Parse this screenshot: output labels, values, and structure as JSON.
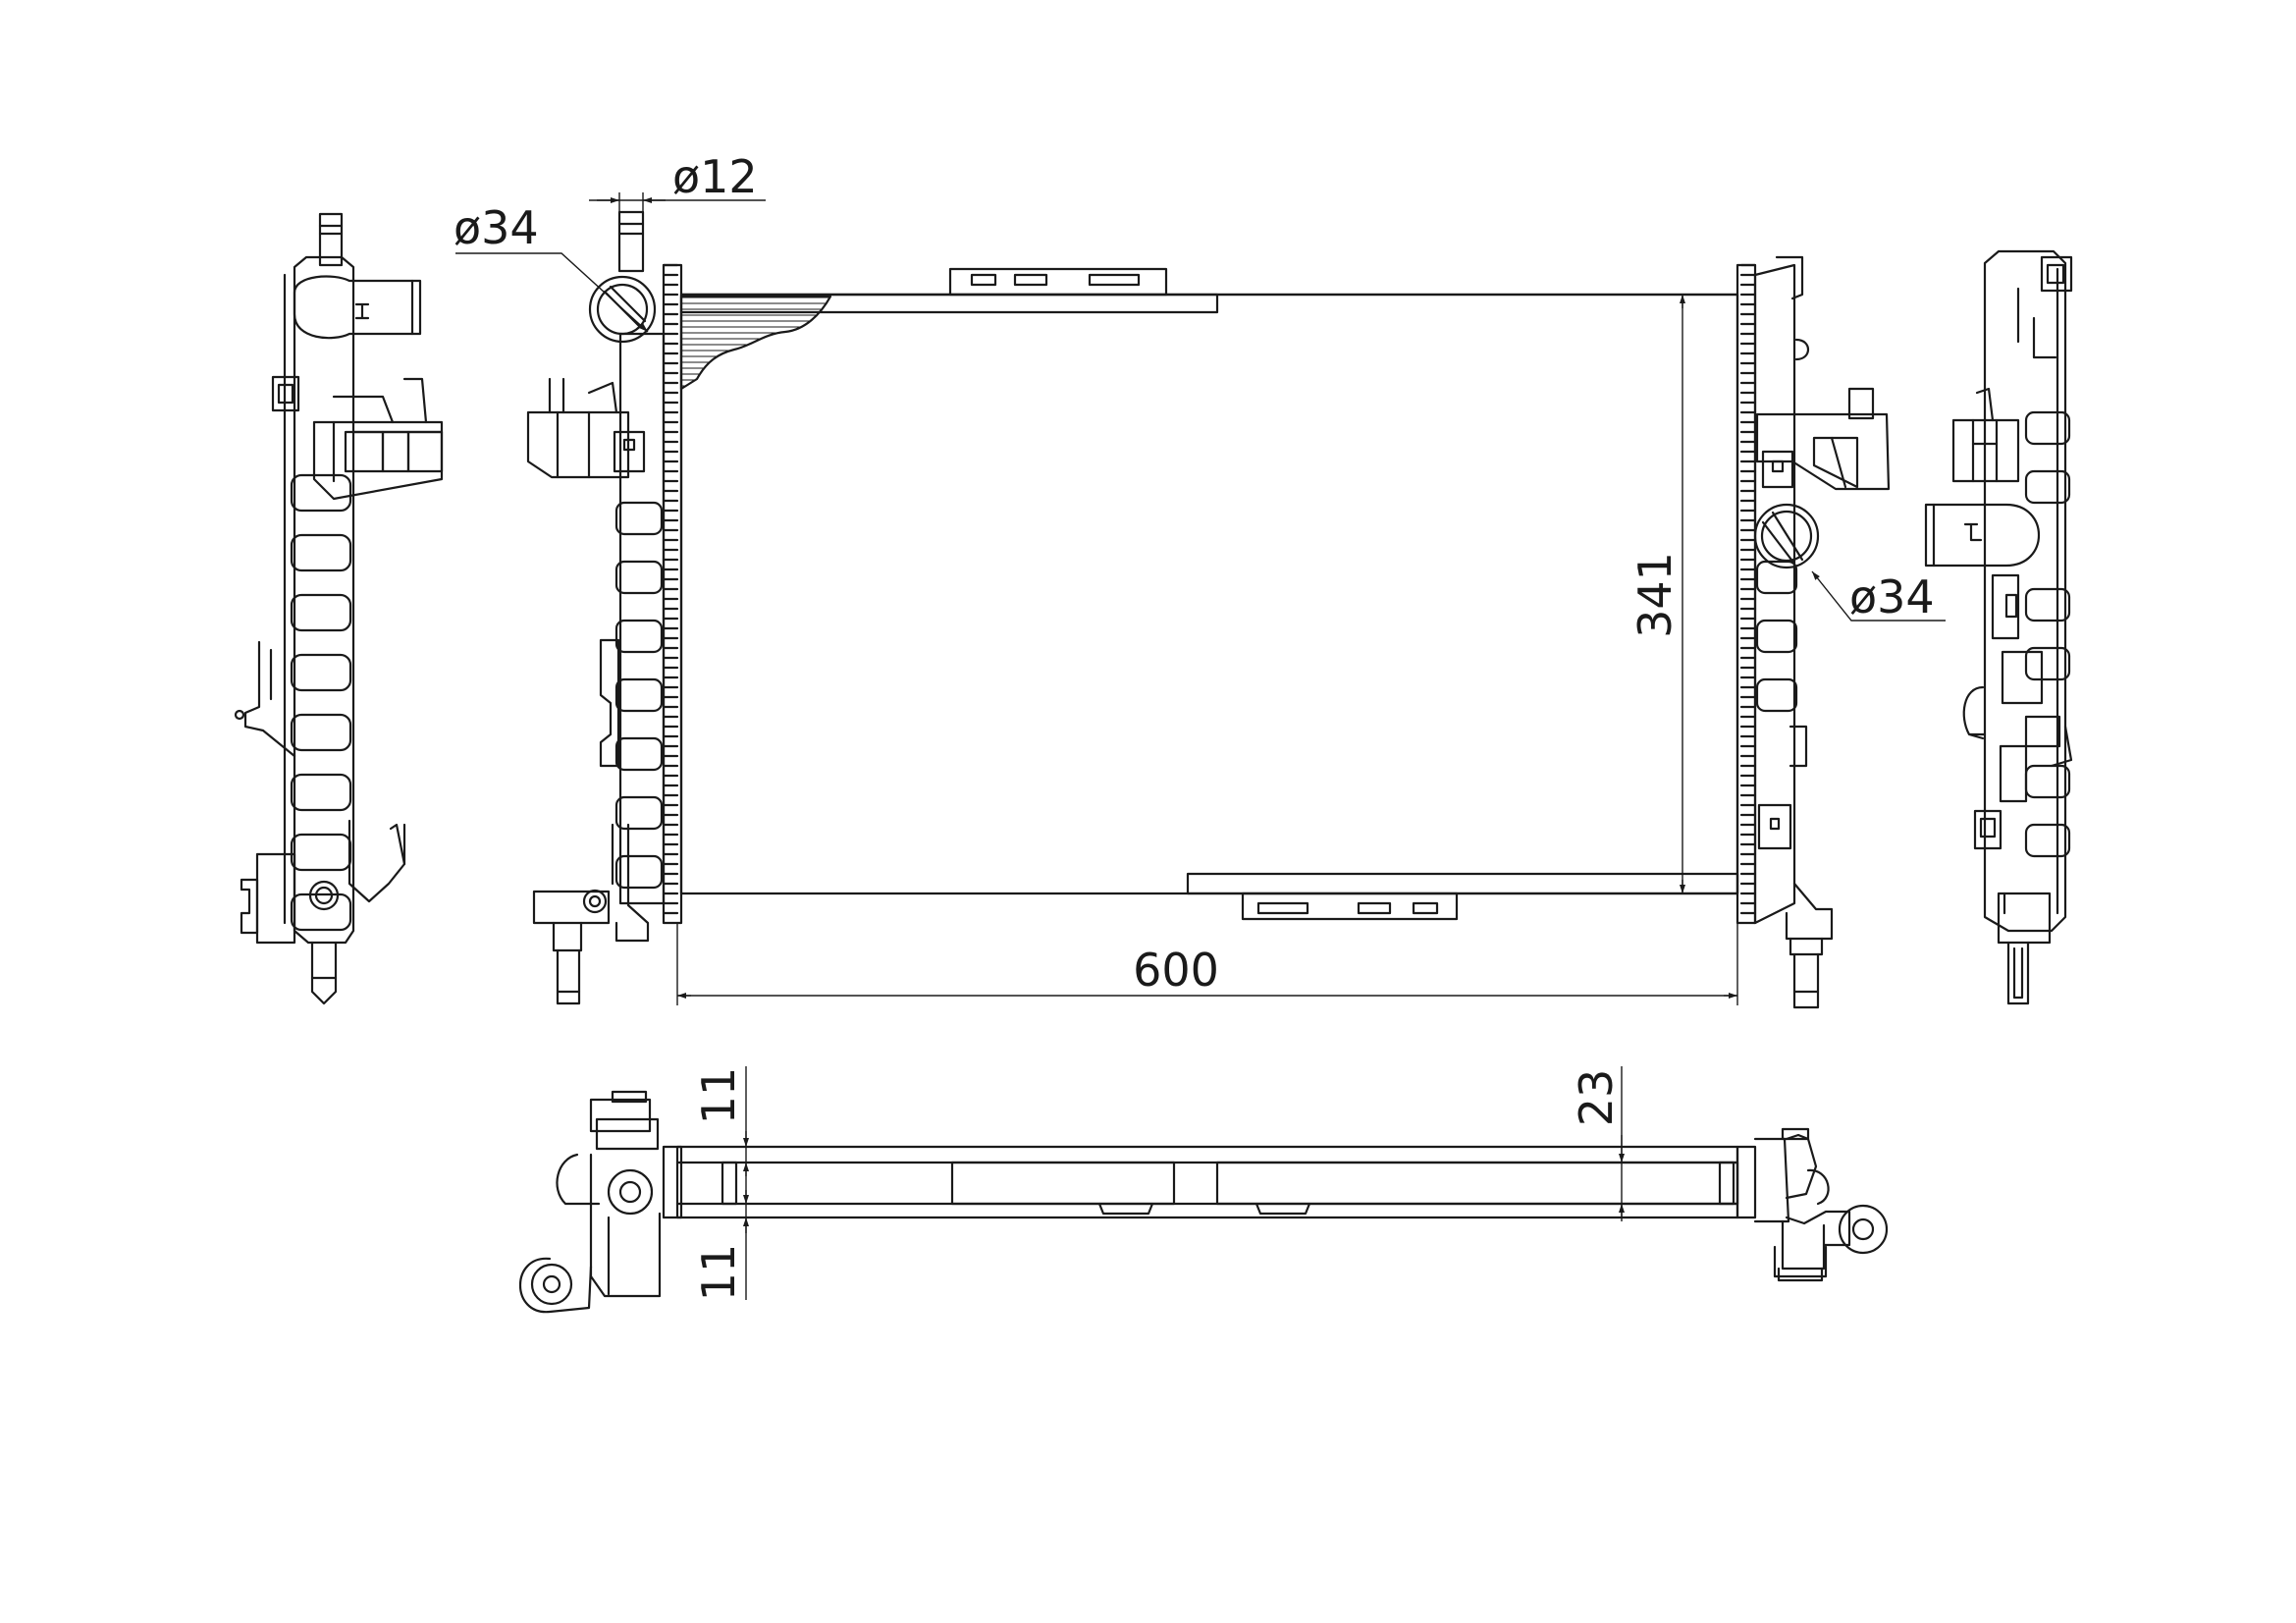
{
  "drawing": {
    "line_color": "#1a1a1a",
    "background": "#ffffff",
    "dimensions": {
      "outlet_diameter": "ø12",
      "inlet_diameter_left": "ø34",
      "core_height": "341",
      "core_width": "600",
      "inlet_diameter_right": "ø34",
      "core_depth": "23",
      "tank_offset_top": "11",
      "tank_offset_bottom": "11"
    },
    "views": [
      "left-side-view",
      "front-view",
      "right-side-view",
      "top-view"
    ]
  }
}
